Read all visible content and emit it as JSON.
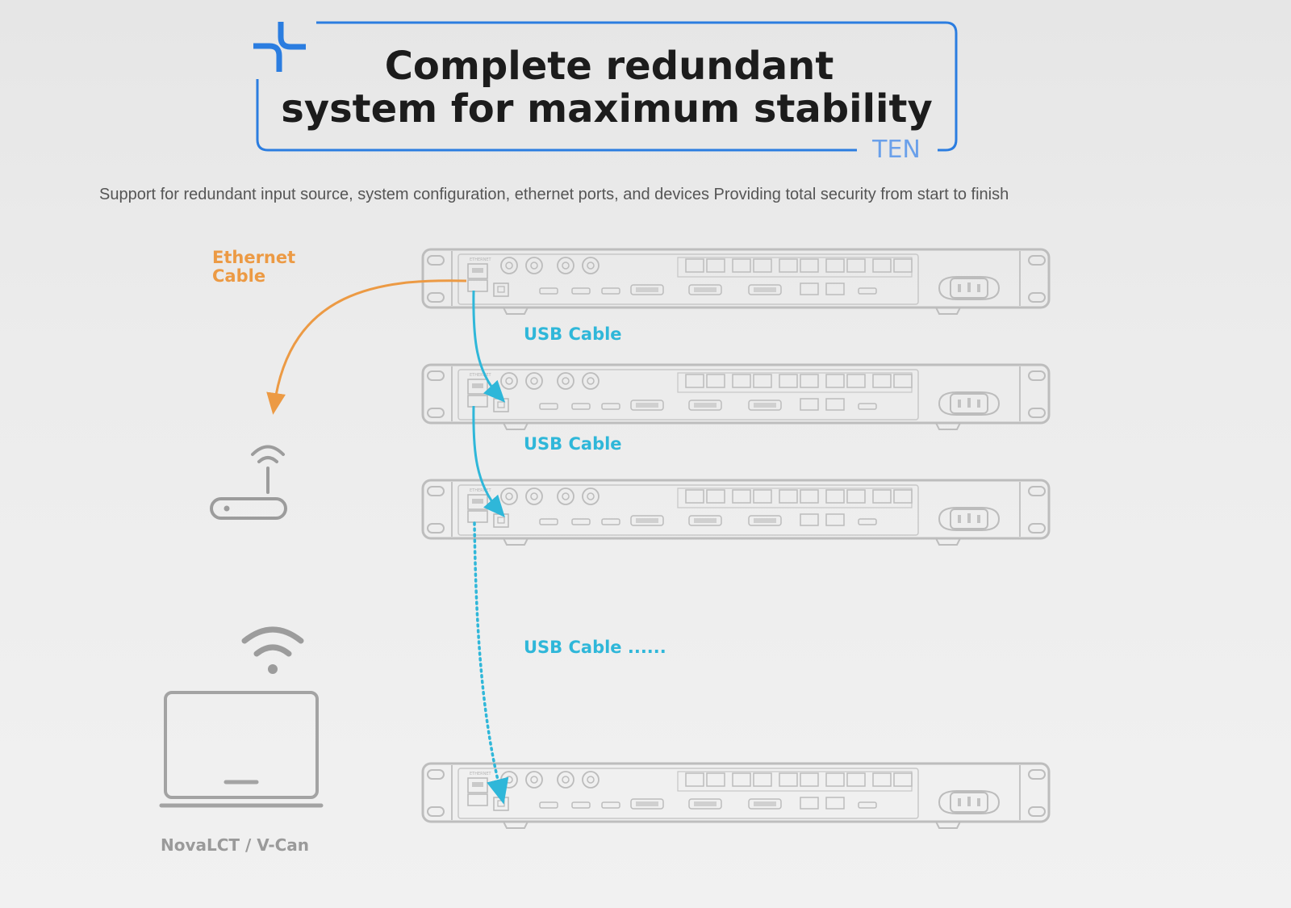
{
  "header": {
    "title_line1": "Complete redundant",
    "title_line2": "system for maximum stability",
    "badge": "TEN",
    "subtitle": "Support for redundant input source, system configuration, ethernet ports, and devices Providing total security from start to finish"
  },
  "diagram": {
    "ethernet_label_line1": "Ethernet",
    "ethernet_label_line2": "Cable",
    "usb_labels": [
      "USB Cable",
      "USB Cable",
      "USB Cable ......"
    ],
    "computer_label": "NovaLCT / V-Can",
    "device_port_label": "ETHERNET",
    "device_count": 4
  },
  "colors": {
    "accent_blue": "#2b7de0",
    "badge_blue": "#6aa0ea",
    "ethernet_orange": "#ec9a44",
    "usb_cyan": "#2fb7d9",
    "device_gray": "#b9b9b9",
    "icon_gray": "#9c9c9c"
  },
  "icons": {
    "corner_logo": "plus-corner-icon",
    "router": "router-icon",
    "wifi": "wifi-icon",
    "laptop": "laptop-icon"
  }
}
